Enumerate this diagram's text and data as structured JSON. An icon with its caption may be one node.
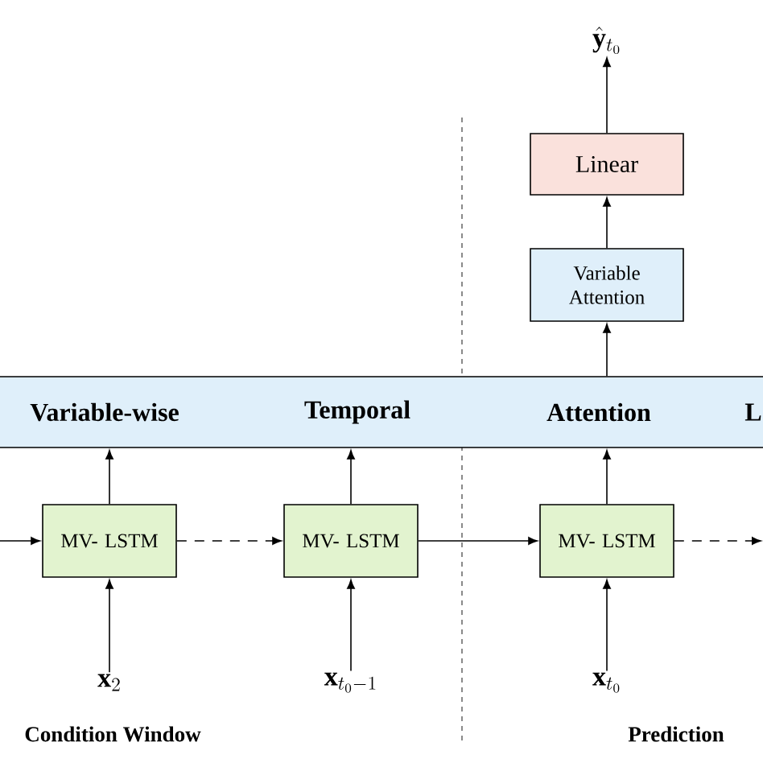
{
  "diagram": {
    "nodes": [
      {
        "text": [
          "Variable-wise",
          "Temporal",
          "Attention",
          "L"
        ]
      },
      {
        "text": [
          "MV- LSTM"
        ]
      },
      {
        "text": [
          "MV- LSTM"
        ]
      },
      {
        "text": [
          "MV- LSTM"
        ]
      },
      {
        "text": [
          "Linear"
        ]
      },
      {
        "text": [
          "Variable Attention"
        ]
      },
      {
        "text": [
          "\\mathbf{x}_2"
        ]
      },
      {
        "text": [
          "\\mathbf{x}_{t_0-1}"
        ]
      },
      {
        "text": [
          "\\mathbf{x}_{t_0}"
        ]
      },
      {
        "text": [
          "\\hat{\\mathbf{y}}_{t_0}"
        ]
      }
    ],
    "edges": [
      {
        "from": null,
        "to": 1,
        "arrow": "to"
      },
      {
        "from": 1,
        "to": 2,
        "arrow": "to",
        "style": "dashed"
      },
      {
        "from": 2,
        "to": 3,
        "arrow": "to"
      },
      {
        "from": 3,
        "to": null,
        "arrow": "to",
        "style": "dashed"
      },
      {
        "from": 1,
        "to": 0,
        "arrow": "to"
      },
      {
        "from": 2,
        "to": 0,
        "arrow": "to"
      },
      {
        "from": 3,
        "to": 0,
        "arrow": "to"
      },
      {
        "from": 6,
        "to": 1,
        "arrow": "to"
      },
      {
        "from": 7,
        "to": 2,
        "arrow": "to"
      },
      {
        "from": 8,
        "to": 3,
        "arrow": "to"
      },
      {
        "from": 0,
        "to": 5,
        "arrow": "to"
      },
      {
        "from": 5,
        "to": 4,
        "arrow": "to"
      },
      {
        "from": 4,
        "to": 9,
        "arrow": "to"
      }
    ],
    "labels": [
      "Condition Window",
      "Prediction"
    ]
  }
}
